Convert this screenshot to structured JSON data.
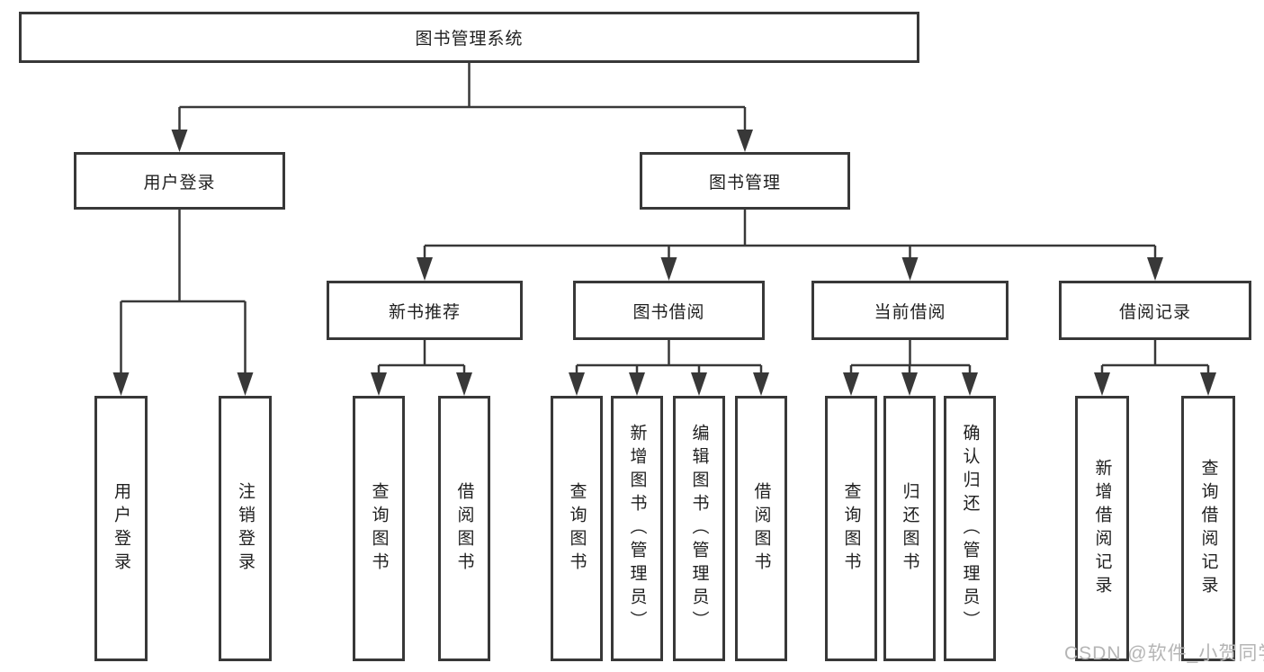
{
  "diagram": {
    "tree": {
      "label": "图书管理系统",
      "children": [
        {
          "label": "用户登录",
          "children": [
            {
              "label": "用户登录"
            },
            {
              "label": "注销登录"
            }
          ]
        },
        {
          "label": "图书管理",
          "children": [
            {
              "label": "新书推荐",
              "children": [
                {
                  "label": "查询图书"
                },
                {
                  "label": "借阅图书"
                }
              ]
            },
            {
              "label": "图书借阅",
              "children": [
                {
                  "label": "查询图书"
                },
                {
                  "label": "新增图书（管理员）"
                },
                {
                  "label": "编辑图书（管理员）"
                },
                {
                  "label": "借阅图书"
                }
              ]
            },
            {
              "label": "当前借阅",
              "children": [
                {
                  "label": "查询图书"
                },
                {
                  "label": "归还图书"
                },
                {
                  "label": "确认归还（管理员）"
                }
              ]
            },
            {
              "label": "借阅记录",
              "children": [
                {
                  "label": "新增借阅记录"
                },
                {
                  "label": "查询借阅记录"
                }
              ]
            }
          ]
        }
      ]
    },
    "watermark": "CSDN @软件_小贺同学",
    "colors": {
      "line": "#383838",
      "box_border": "#383838",
      "box_background": "#ffffff",
      "text": "#1f1f1f",
      "watermark_text": "#b5b5b5",
      "page_background": "#ffffff"
    }
  }
}
